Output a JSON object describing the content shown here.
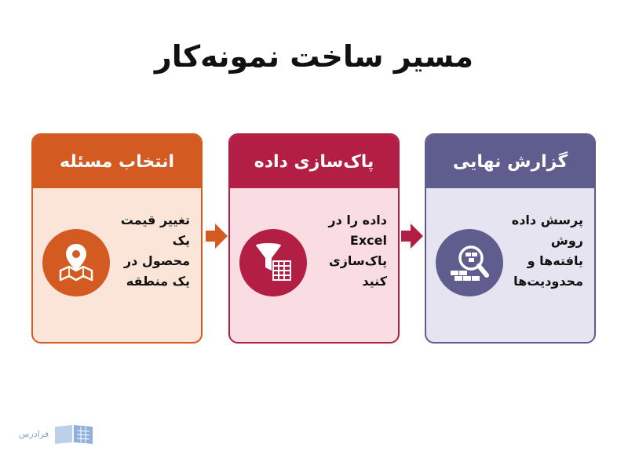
{
  "title": "مسیر ساخت نمونه‌کار",
  "steps": [
    {
      "heading": "انتخاب مسئله",
      "lines": [
        "تغییر قیمت",
        "یک",
        "محصول در",
        "یک منطقه"
      ],
      "icon": "map-pin-icon",
      "colors": {
        "header": "#d35a20",
        "body": "#fbe5d8",
        "border": "#d35a20"
      }
    },
    {
      "heading": "پاک‌سازی داده",
      "lines": [
        "داده را در",
        "Excel",
        "پاک‌سازی",
        "کنید"
      ],
      "icon": "filter-table-icon",
      "colors": {
        "header": "#b31e45",
        "body": "#f9dde3",
        "border": "#b31e45"
      }
    },
    {
      "heading": "گزارش نهایی",
      "lines": [
        "پرسش داده",
        "روش",
        "یافته‌ها و",
        "محدودیت‌ها"
      ],
      "icon": "search-bricks-icon",
      "colors": {
        "header": "#5f5c8e",
        "body": "#e5e4f0",
        "border": "#5f5c8e"
      }
    }
  ],
  "arrows": {
    "first": "#d35a20",
    "second": "#b31e45"
  },
  "logo": {
    "text": "فرادرس",
    "icon": "book-icon"
  }
}
